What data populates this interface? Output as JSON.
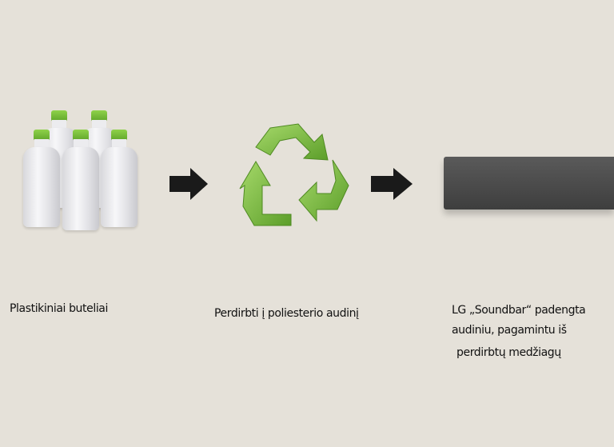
{
  "steps": [
    {
      "label": "Plastikiniai buteliai",
      "icon": "plastic-bottles"
    },
    {
      "label": "Perdirbti į poliesterio audinį",
      "icon": "recycle-icon"
    },
    {
      "label_lines": [
        "LG „Soundbar“ padengta",
        "audiniu, pagamintu iš",
        "perdirbtų medžiagų"
      ],
      "icon": "soundbar"
    }
  ],
  "colors": {
    "background": "#e5e1d9",
    "recycle_green": "#7cbf3a",
    "arrow": "#1a1a1a",
    "soundbar": "#4a4a4a"
  }
}
